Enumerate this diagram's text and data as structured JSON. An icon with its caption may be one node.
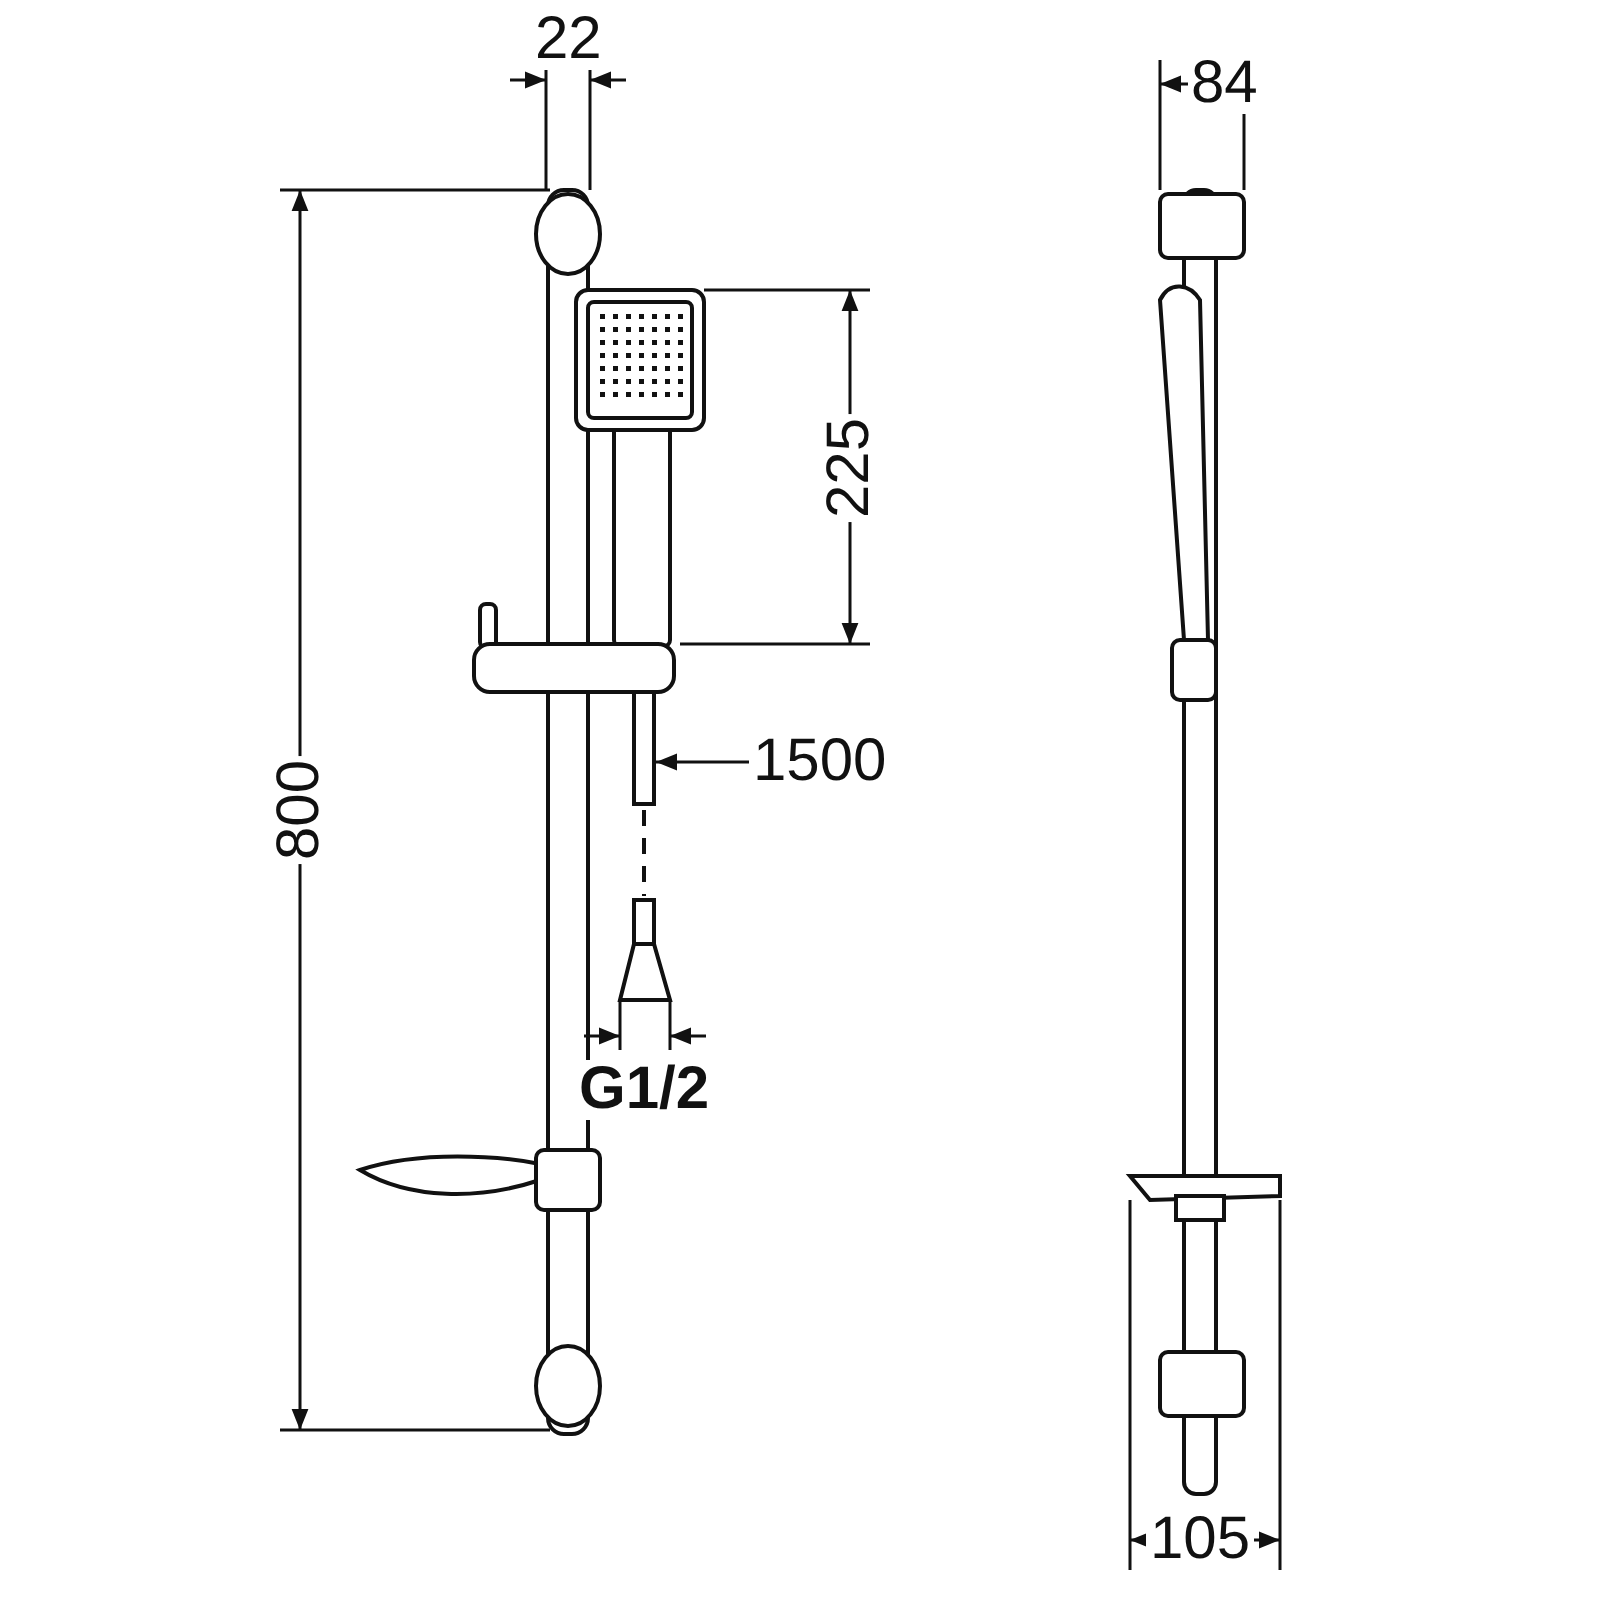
{
  "diagram": {
    "nodes": [
      {
        "text": [
          "1500"
        ]
      },
      {
        "text": [],
        "shape": "bar"
      }
    ],
    "edges": [
      {
        "from": 0,
        "to": 1,
        "arrow": "to"
      }
    ],
    "labels": [
      "22",
      "84",
      "225",
      "800",
      "G1/2",
      "105"
    ]
  }
}
